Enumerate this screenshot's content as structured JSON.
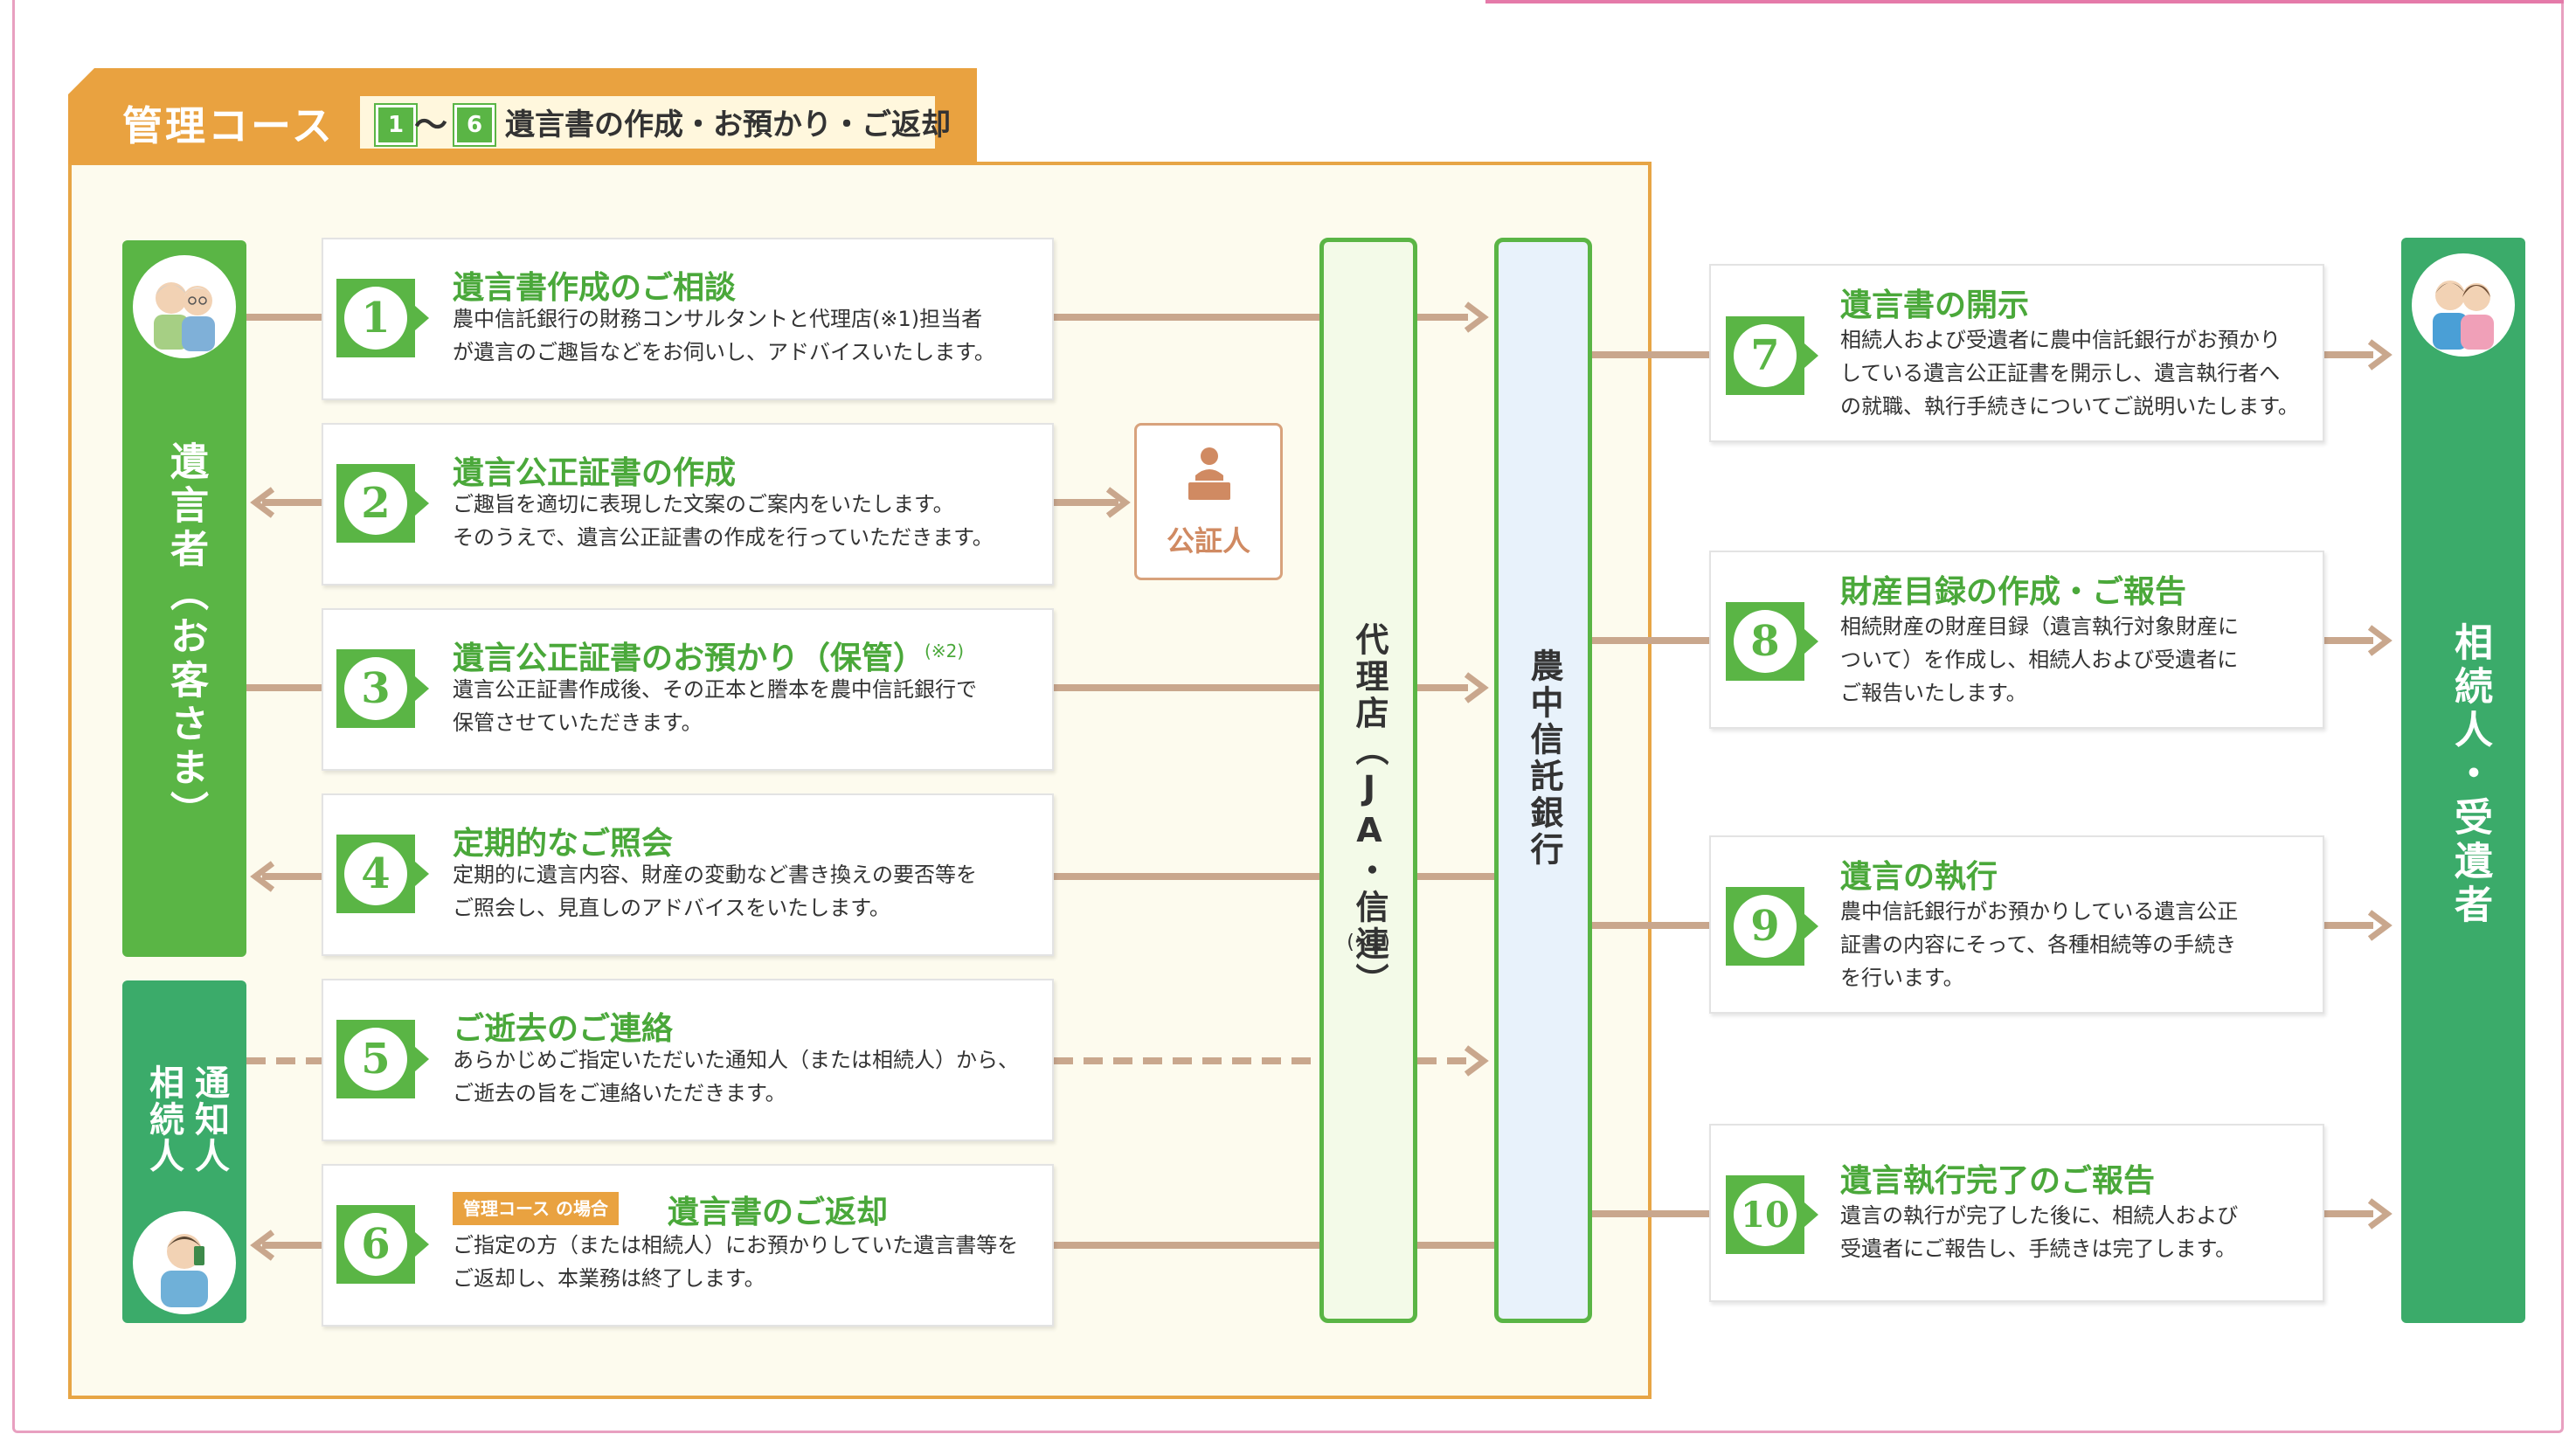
{
  "course": {
    "title": "管理コース",
    "range_start": "1",
    "range_sep": "〜",
    "range_end": "6",
    "subtitle": "遺言書の作成・お預かり・ご返却"
  },
  "columns": {
    "testator": "遺言者（お客さま）",
    "notifier_line1": "通知人",
    "notifier_line2": "相続人",
    "agent": "代理店（JA・信連）",
    "agent_note": "(※1)",
    "bank": "農中信託銀行",
    "heirs": "相続人・受遺者"
  },
  "notary": {
    "label": "公証人"
  },
  "steps": [
    {
      "num": "1",
      "title": "遺言書作成のご相談",
      "note": "",
      "desc1": "農中信託銀行の財務コンサルタントと代理店(※1)担当者",
      "desc2": "が遺言のご趣旨などをお伺いし、アドバイスいたします。"
    },
    {
      "num": "2",
      "title": "遺言公正証書の作成",
      "note": "",
      "desc1": "ご趣旨を適切に表現した文案のご案内をいたします。",
      "desc2": "そのうえで、遺言公正証書の作成を行っていただきます。"
    },
    {
      "num": "3",
      "title": "遺言公正証書のお預かり（保管）",
      "note": "(※2)",
      "desc1": "遺言公正証書作成後、その正本と謄本を農中信託銀行で",
      "desc2": "保管させていただきます。"
    },
    {
      "num": "4",
      "title": "定期的なご照会",
      "note": "",
      "desc1": "定期的に遺言内容、財産の変動など書き換えの要否等を",
      "desc2": "ご照会し、見直しのアドバイスをいたします。"
    },
    {
      "num": "5",
      "title": "ご逝去のご連絡",
      "note": "",
      "desc1": "あらかじめご指定いただいた通知人（または相続人）から、",
      "desc2": "ご逝去の旨をご連絡いただきます。"
    },
    {
      "num": "6",
      "badge": "管理コース の場合",
      "title": "遺言書のご返却",
      "note": "",
      "desc1": "ご指定の方（または相続人）にお預かりしていた遺言書等を",
      "desc2": "ご返却し、本業務は終了します。"
    }
  ],
  "right_steps": [
    {
      "num": "7",
      "title": "遺言書の開示",
      "desc1": "相続人および受遺者に農中信託銀行がお預かり",
      "desc2": "している遺言公正証書を開示し、遺言執行者へ",
      "desc3": "の就職、執行手続きについてご説明いたします。"
    },
    {
      "num": "8",
      "title": "財産目録の作成・ご報告",
      "desc1": "相続財産の財産目録（遺言執行対象財産に",
      "desc2": "ついて）を作成し、相続人および受遺者に",
      "desc3": "ご報告いたします。"
    },
    {
      "num": "9",
      "title": "遺言の執行",
      "desc1": "農中信託銀行がお預かりしている遺言公正",
      "desc2": "証書の内容にそって、各種相続等の手続き",
      "desc3": "を行います。"
    },
    {
      "num": "10",
      "title": "遺言執行完了のご報告",
      "desc1": "遺言の執行が完了した後に、相続人および",
      "desc2": "受遺者にご報告し、手続きは完了します。",
      "desc3": ""
    }
  ],
  "colors": {
    "green": "#5ab545",
    "teal": "#3bab6a",
    "orange": "#e9a240",
    "connector": "#c9a78d",
    "pink": "#e57aa9"
  }
}
